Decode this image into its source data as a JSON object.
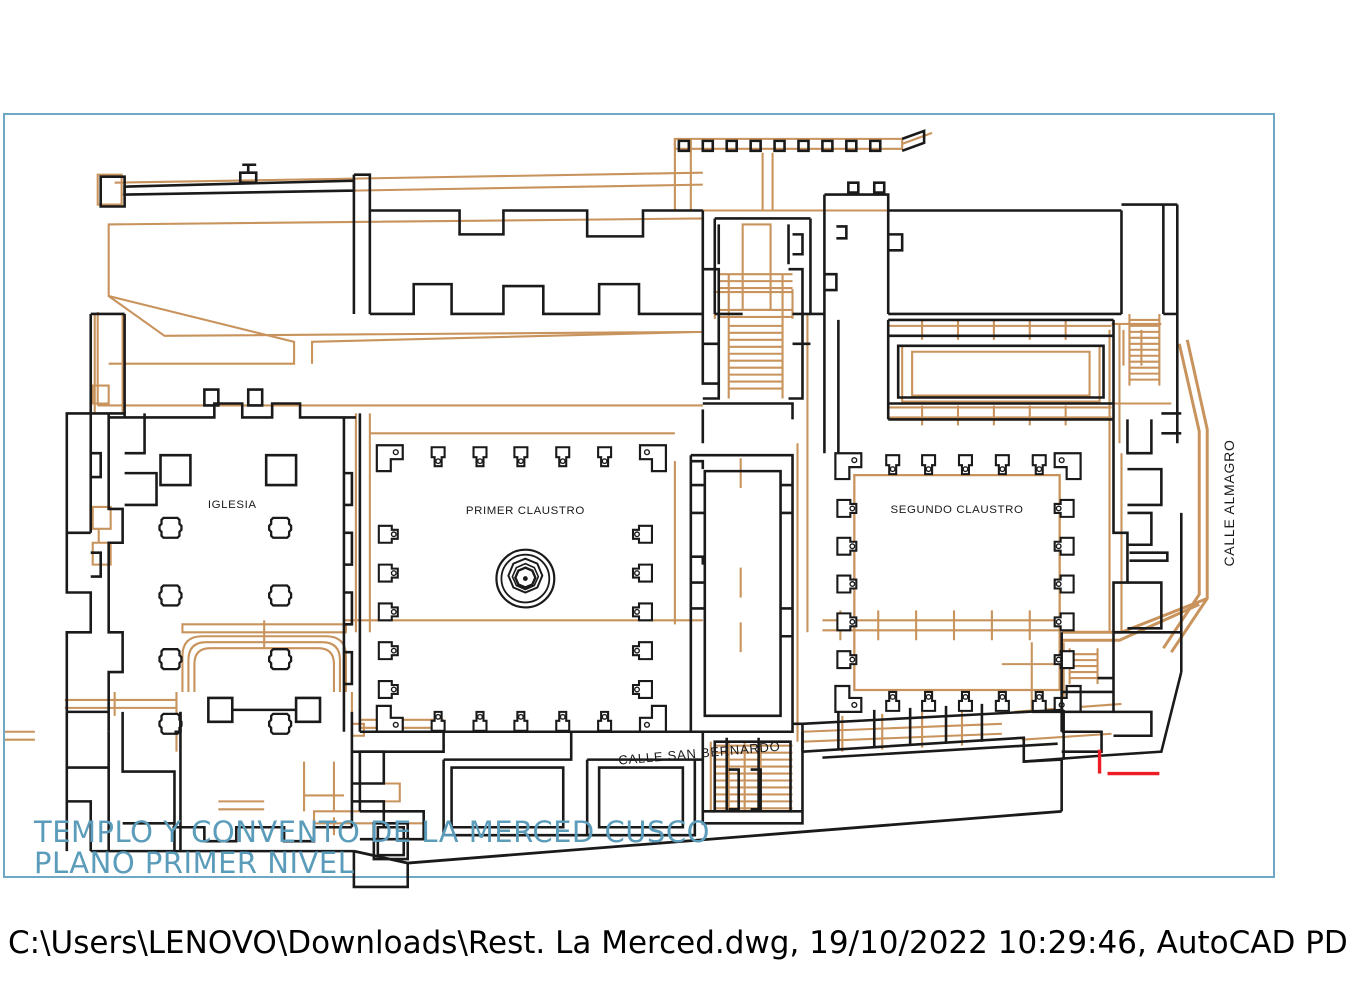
{
  "frame": {
    "border_color": "#6fa8c4",
    "background": "#ffffff"
  },
  "title_block": {
    "line1": "TEMPLO Y CONVENTO DE LA MERCED CUSCO",
    "line2": "PLANO PRIMER NIVEL",
    "color": "#5b9cbb"
  },
  "footer": {
    "plot_stamp": "C:\\Users\\LENOVO\\Downloads\\Rest. La Merced.dwg, 19/10/2022 10:29:46, AutoCAD PD"
  },
  "plan": {
    "line_color_primary": "#1a1a1a",
    "line_color_secondary": "#c8935c",
    "accent_color": "#ee1c25",
    "labels": {
      "iglesia": "IGLESIA",
      "primer_claustro": "PRIMER CLAUSTRO",
      "segundo_claustro": "SEGUNDO CLAUSTRO",
      "calle_san_bernardo": "CALLE SAN BERNARDO",
      "calle_almagro": "CALLE ALMAGRO"
    }
  }
}
